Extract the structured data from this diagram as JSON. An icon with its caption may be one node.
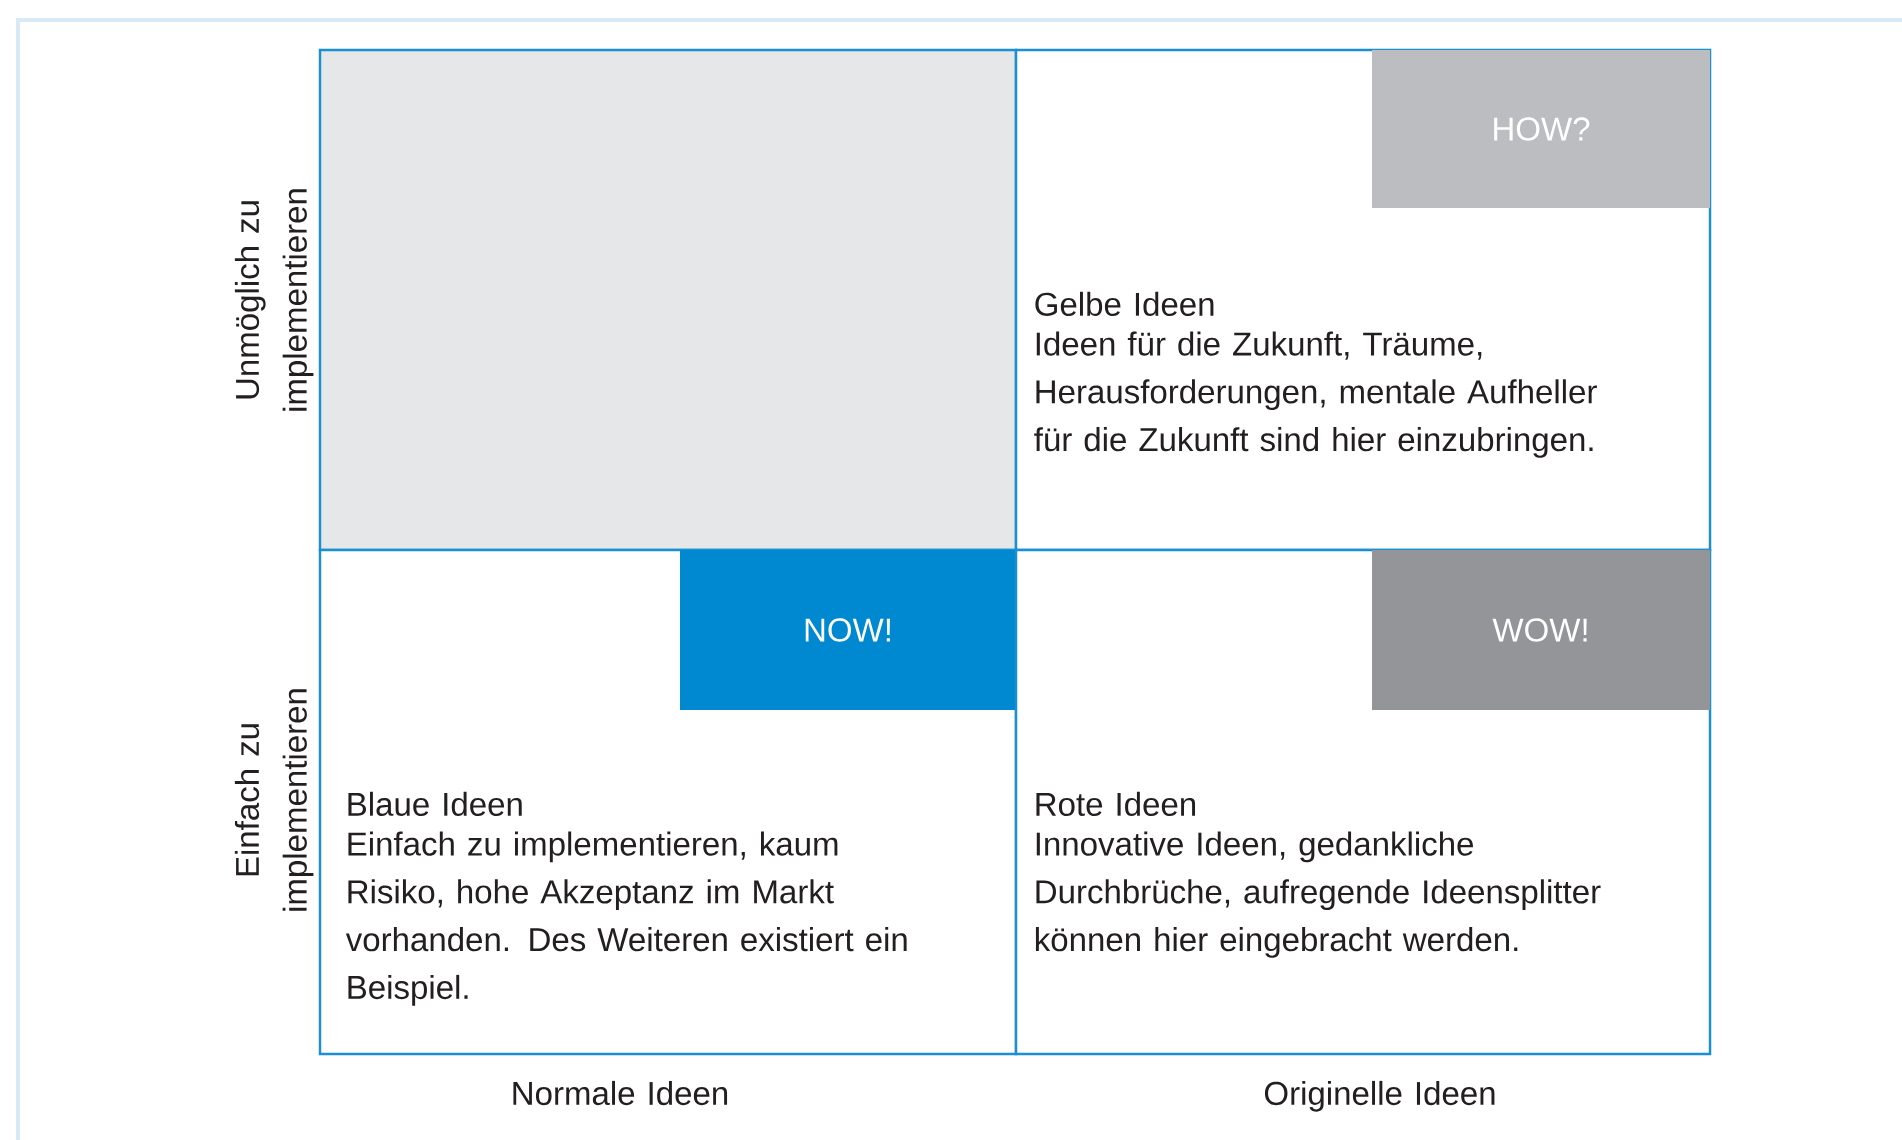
{
  "diagram": {
    "nodes": [
      {
        "text": [],
        "shape": "box"
      },
      {
        "text": [
          "Gelbe Ideen",
          "Ideen für die Zukunft, Träume, Herausforderungen, mentale Aufheller für die Zukunft sind hier einzubringen."
        ]
      },
      {
        "text": [
          "HOW?"
        ],
        "in": 1
      },
      {
        "text": [
          "Blaue Ideen",
          "Einfach zu implementieren, kaum Risiko, hohe Akzeptanz im Markt vorhanden. Des Weiteren existiert ein Beispiel."
        ]
      },
      {
        "text": [
          "NOW!"
        ],
        "in": 3
      },
      {
        "text": [
          "Rote Ideen",
          "Innovative Ideen, gedankliche Durchbrüche, aufregende Ideensplitter können hier eingebracht werden."
        ]
      },
      {
        "text": [
          "WOW!"
        ],
        "in": 5
      }
    ],
    "labels": [
      "Unmöglich zu implementieren",
      "Einfach zu implementieren",
      "Normale Ideen",
      "Originelle Ideen"
    ]
  }
}
